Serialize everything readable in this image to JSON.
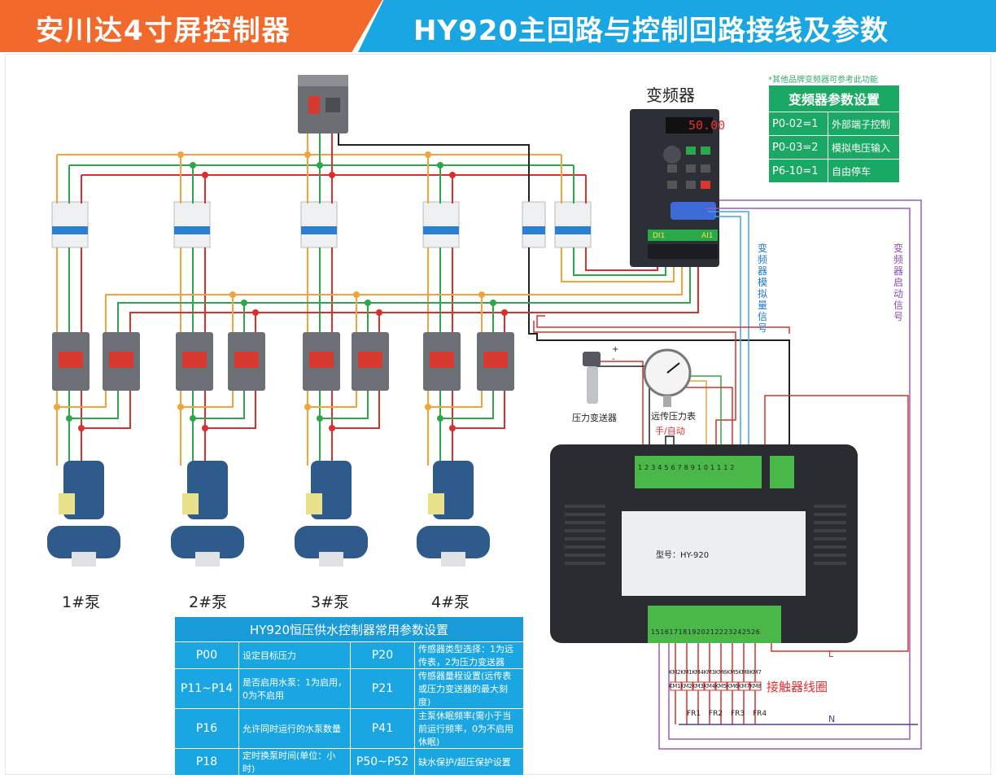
{
  "header": {
    "left_title": "安川达4寸屏控制器",
    "right_title": "HY920主回路与控制回路接线及参数"
  },
  "vfd": {
    "title": "变频器",
    "display": "50.00",
    "note": "*其他品牌变频器可参考此功能",
    "param_title": "变频器参数设置",
    "params": [
      {
        "key": "P0-02=1",
        "desc": "外部端子控制"
      },
      {
        "key": "P0-03=2",
        "desc": "模拟电压输入"
      },
      {
        "key": "P6-10=1",
        "desc": "自由停车"
      }
    ],
    "analog_signal_label": "变频器模拟量信号",
    "start_signal_label": "变频器启动信号",
    "terminal_di1": "DI1",
    "terminal_ai1": "AI1"
  },
  "sensors": {
    "pressure_transmitter": "压力变送器",
    "remote_gauge": "远传压力表",
    "manual_auto": "手/自动",
    "plus": "+",
    "minus": "-"
  },
  "pumps": [
    "1#泵",
    "2#泵",
    "3#泵",
    "4#泵"
  ],
  "controller": {
    "model_label": "型号：HY-920",
    "terminal_top": [
      "1",
      "2",
      "3",
      "4",
      "5",
      "6",
      "7",
      "8",
      "9",
      "10",
      "11",
      "12"
    ],
    "terminal_bottom": [
      "15",
      "16",
      "17",
      "18",
      "19",
      "20",
      "21",
      "22",
      "23",
      "24",
      "25",
      "26"
    ],
    "coil_label": "接触器线圈",
    "L": "L",
    "N": "N",
    "km_top": [
      "KM2",
      "KM1",
      "KM4",
      "KM3",
      "KM6",
      "KM5",
      "KM8",
      "KM7"
    ],
    "km_bottom": [
      "KM1",
      "KM2",
      "KM3",
      "KM4",
      "KM5",
      "KM6",
      "KM7",
      "KM8"
    ],
    "fr": [
      "FR1",
      "FR2",
      "FR3",
      "FR4"
    ]
  },
  "bottom_table": {
    "title": "HY920恒压供水控制器常用参数设置",
    "rows": [
      {
        "k1": "P00",
        "v1": "设定目标压力",
        "k2": "P20",
        "v2": "传感器类型选择：1为远传表，2为压力变送器"
      },
      {
        "k1": "P11~P14",
        "v1": "是否启用水泵：1为启用，0为不启用",
        "k2": "P21",
        "v2": "传感器量程设置(远传表或压力变送器的最大刻度)"
      },
      {
        "k1": "P16",
        "v1": "允许同时运行的水泵数量",
        "k2": "P41",
        "v2": "主泵休眠频率(需小于当前运行频率，0为不启用休眠)"
      },
      {
        "k1": "P18",
        "v1": "定时换泵时间(单位：小时)",
        "k2": "P50~P52",
        "v2": "缺水保护/超压保护设置"
      }
    ]
  }
}
